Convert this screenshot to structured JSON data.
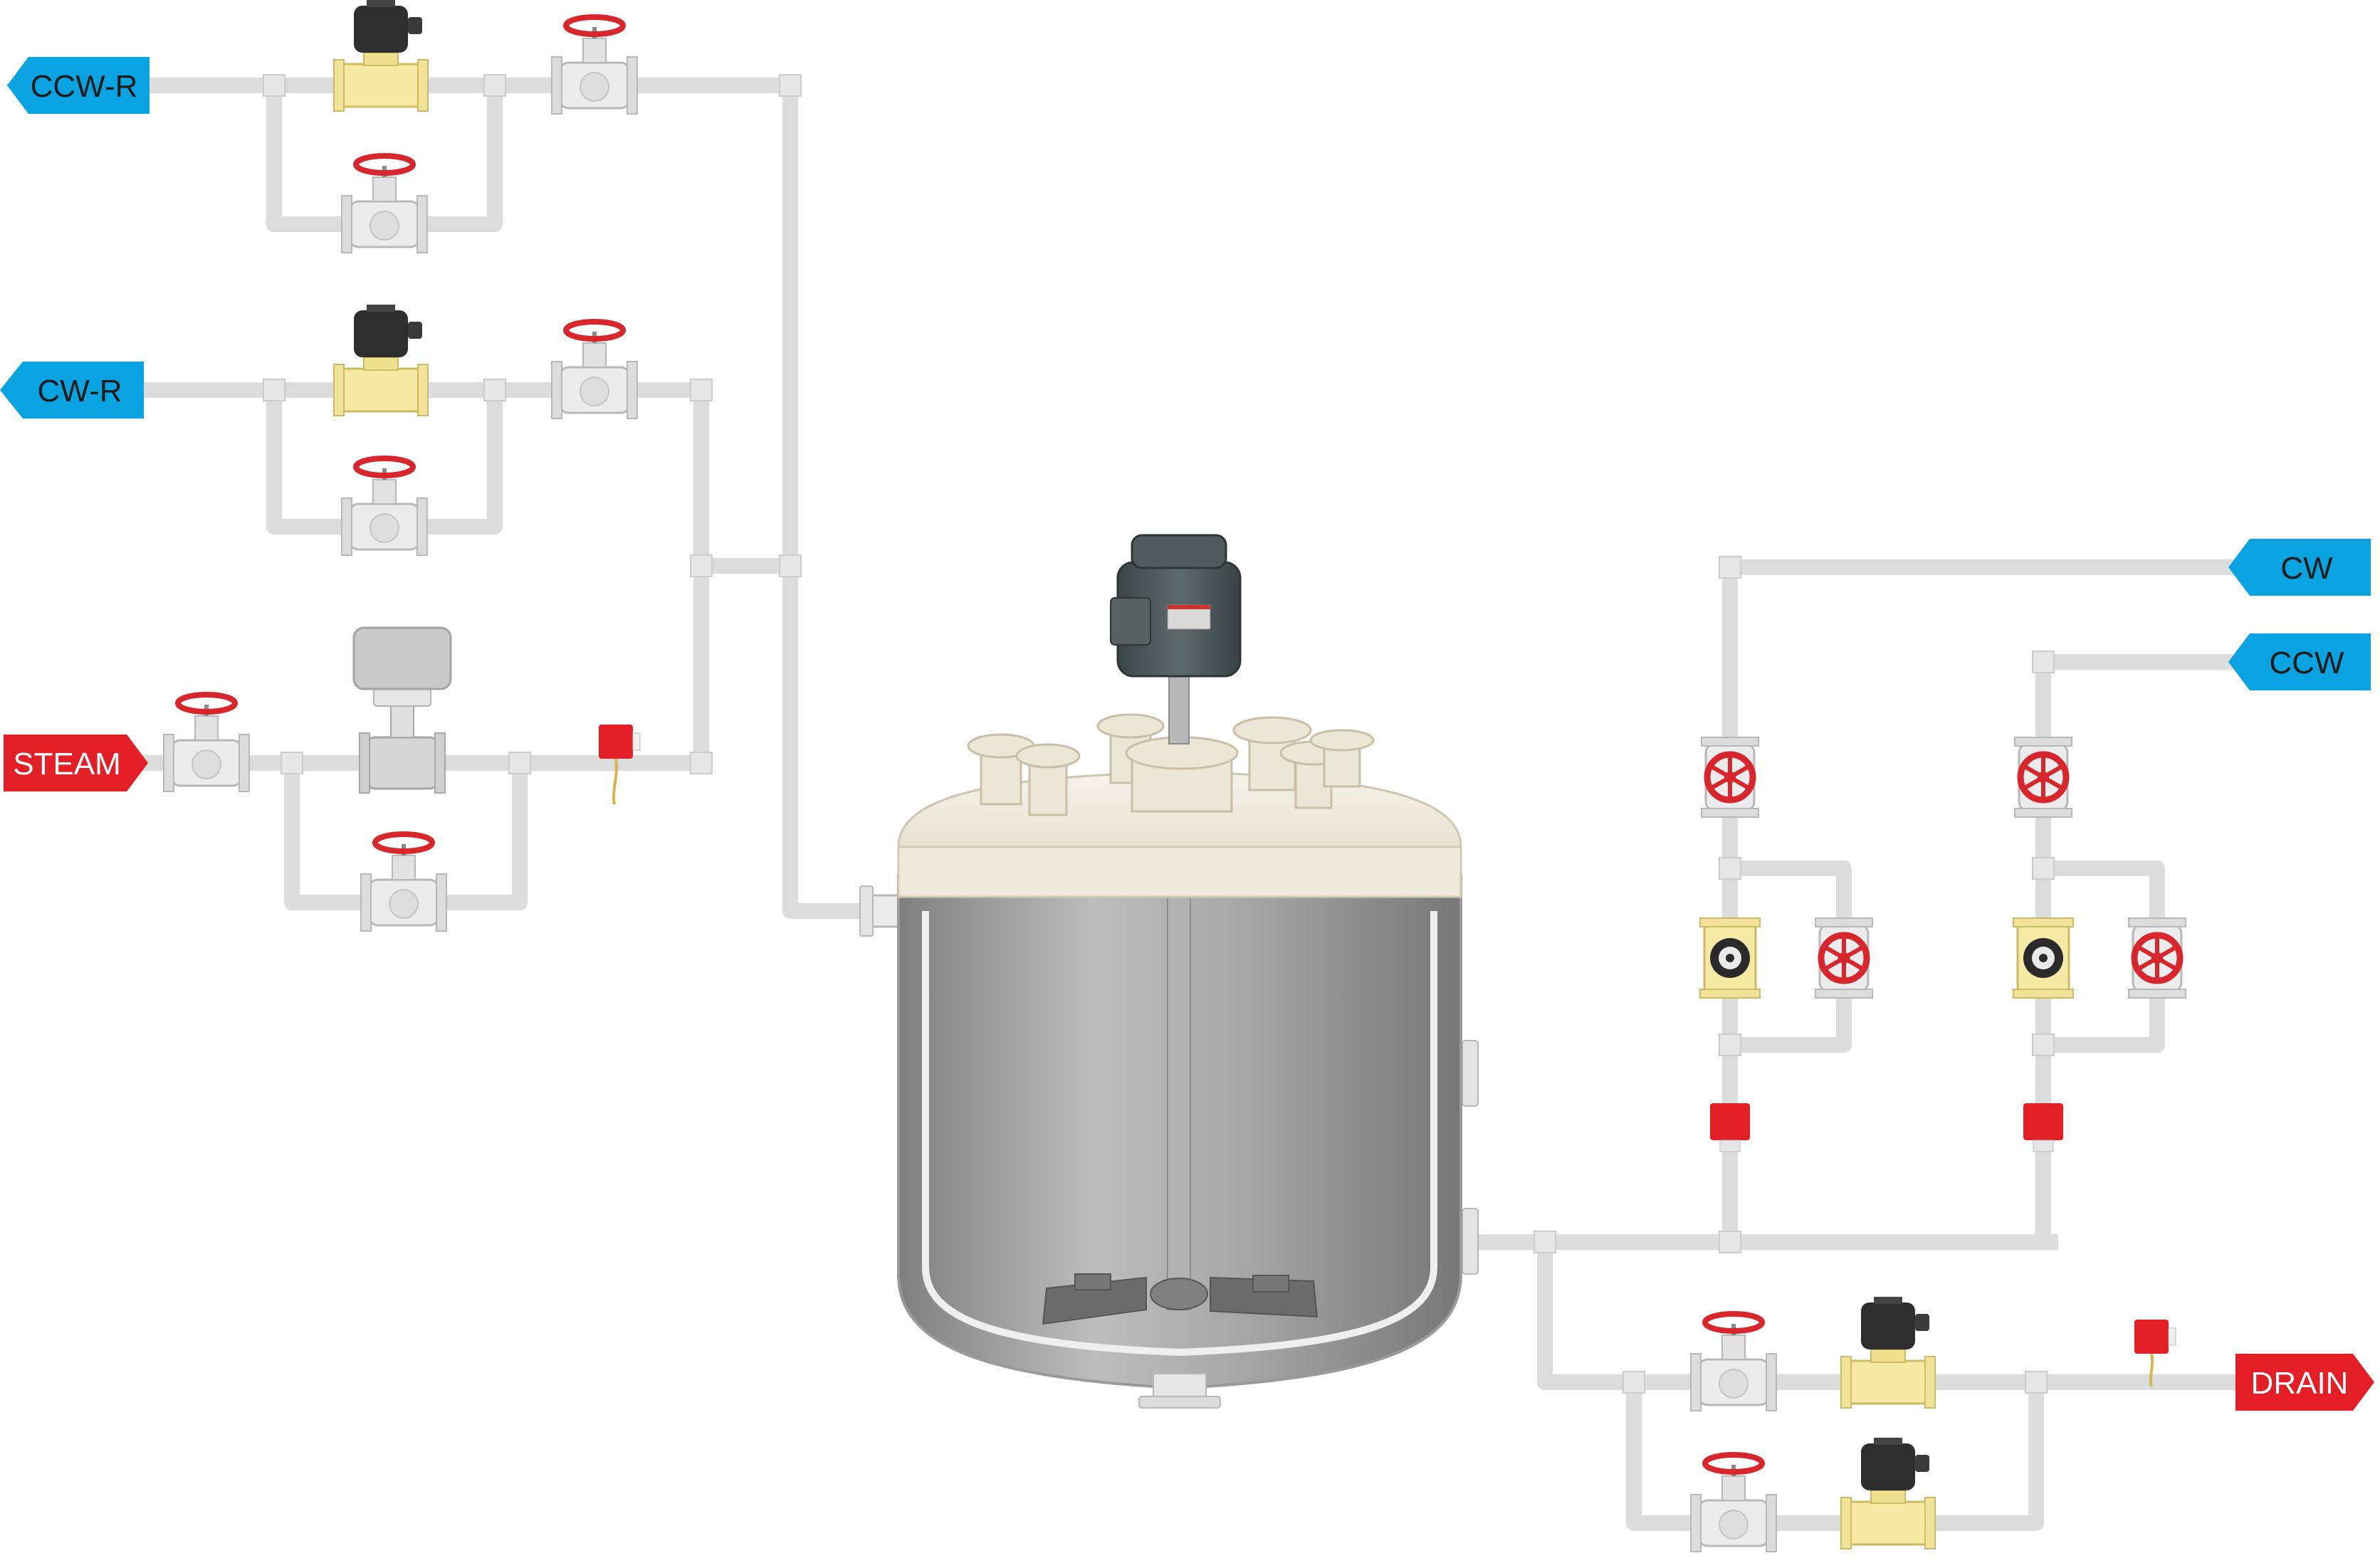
{
  "labels": {
    "ccw_r": "CCW-R",
    "cw_r": "CW-R",
    "steam": "STEAM",
    "cw": "CW",
    "ccw": "CCW",
    "drain": "DRAIN"
  },
  "colors": {
    "label_blue": "#0AA3E2",
    "label_red": "#E31E26",
    "pipe": "#DEDEDE",
    "pipe_edge": "#C8C8C8",
    "valve_body": "#E9E9E9",
    "handwheel": "#D7262C",
    "solenoid_brass": "#F6E9A4",
    "solenoid_coil": "#2E2E2E",
    "switch_red": "#E21F26",
    "tank_lid": "#EEE8DA",
    "tank_body": "#9E9E9E",
    "motor": "#4A5658"
  },
  "icons": {
    "globe_valve": "globe-valve-icon",
    "solenoid_valve": "solenoid-valve-icon",
    "flow_switch": "flow-switch-icon",
    "actuated_valve": "actuated-valve-icon",
    "flowmeter": "flowmeter-icon",
    "motor": "motor-icon",
    "reactor": "reactor-vessel-icon"
  }
}
